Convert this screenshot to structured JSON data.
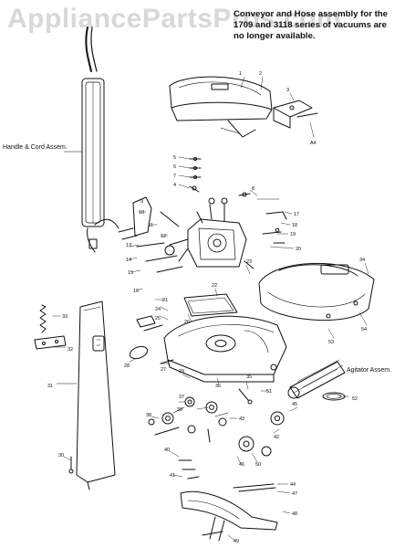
{
  "watermark": "AppliancePartsPros.com",
  "notice": {
    "line1": "Conveyor and Hose assembly for the",
    "line2": "1709 and 3118 series of vacuums are",
    "line3": "no longer available."
  },
  "callouts": {
    "handle": "Handle & Cord Assem.",
    "agitator": "Agitator Assem."
  },
  "part_numbers": [
    {
      "id": "n1",
      "text": "1"
    },
    {
      "id": "n2",
      "text": "2"
    },
    {
      "id": "n3",
      "text": "3"
    },
    {
      "id": "n4",
      "text": "4"
    },
    {
      "id": "n5",
      "text": "5"
    },
    {
      "id": "n6",
      "text": "6"
    },
    {
      "id": "n7",
      "text": "7"
    },
    {
      "id": "n8",
      "text": "8"
    },
    {
      "id": "n9",
      "text": "9"
    },
    {
      "id": "n10",
      "text": "10"
    },
    {
      "id": "n11",
      "text": "11"
    },
    {
      "id": "n12",
      "text": "12"
    },
    {
      "id": "n13",
      "text": "13"
    },
    {
      "id": "n14",
      "text": "14"
    },
    {
      "id": "n15",
      "text": "15"
    },
    {
      "id": "n16",
      "text": "16"
    },
    {
      "id": "n17",
      "text": "17"
    },
    {
      "id": "n18",
      "text": "18"
    },
    {
      "id": "n19",
      "text": "19"
    },
    {
      "id": "n20",
      "text": "20"
    },
    {
      "id": "n21",
      "text": "21"
    },
    {
      "id": "n22",
      "text": "22"
    },
    {
      "id": "n23",
      "text": "23"
    },
    {
      "id": "n24",
      "text": "24"
    },
    {
      "id": "n25",
      "text": "25"
    },
    {
      "id": "n26",
      "text": "26"
    },
    {
      "id": "n27",
      "text": "27"
    },
    {
      "id": "n28",
      "text": "28"
    },
    {
      "id": "n29",
      "text": "29"
    },
    {
      "id": "n30",
      "text": "30"
    },
    {
      "id": "n31",
      "text": "31"
    },
    {
      "id": "n32",
      "text": "32"
    },
    {
      "id": "n33",
      "text": "33"
    },
    {
      "id": "n34",
      "text": "34"
    },
    {
      "id": "n35",
      "text": "35"
    },
    {
      "id": "n36",
      "text": "36"
    },
    {
      "id": "n37",
      "text": "37"
    },
    {
      "id": "n38",
      "text": "38"
    },
    {
      "id": "n39",
      "text": "39"
    },
    {
      "id": "n40",
      "text": "40"
    },
    {
      "id": "n41",
      "text": "41"
    },
    {
      "id": "n42",
      "text": "42"
    },
    {
      "id": "n43",
      "text": "43"
    },
    {
      "id": "n44",
      "text": "44"
    },
    {
      "id": "n45",
      "text": "45"
    },
    {
      "id": "n46",
      "text": "46"
    },
    {
      "id": "n47",
      "text": "47"
    },
    {
      "id": "n48",
      "text": "48"
    },
    {
      "id": "n49",
      "text": "49"
    },
    {
      "id": "n50",
      "text": "50"
    },
    {
      "id": "n51",
      "text": "51"
    },
    {
      "id": "n52",
      "text": "52"
    },
    {
      "id": "n53",
      "text": "53"
    },
    {
      "id": "n54",
      "text": "54"
    },
    {
      "id": "nA4",
      "text": "A4"
    }
  ]
}
